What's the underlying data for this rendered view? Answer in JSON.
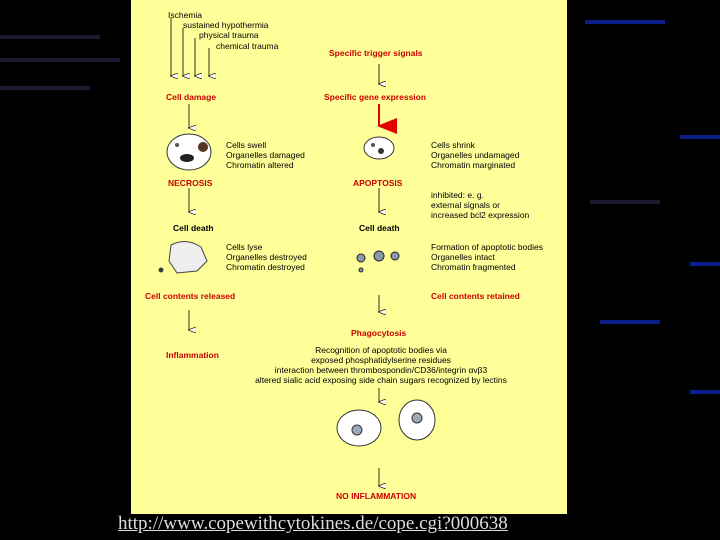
{
  "causes": [
    "Ischemia",
    "sustained hypothermia",
    "physical trauma",
    "chemical trauma"
  ],
  "specific_trigger": "Specific trigger signals",
  "cell_damage": "Cell damage",
  "specific_gene": "Specific gene expression",
  "swell": [
    "Cells swell",
    "Organelles damaged",
    "Chromatin altered"
  ],
  "shrink": [
    "Cells shrink",
    "Organelles undamaged",
    "Chromatin marginated"
  ],
  "necrosis": "NECROSIS",
  "apoptosis": "APOPTOSIS",
  "inhibited": [
    "inhibited: e. g.",
    "external signals or",
    "increased bcl2 expression"
  ],
  "cell_death": "Cell death",
  "lyse": [
    "Cells lyse",
    "Organelles destroyed",
    "Chromatin destroyed"
  ],
  "bodies": [
    "Formation of apoptotic bodies",
    "Organelles intact",
    "Chromatin fragmented"
  ],
  "contents_released": "Cell contents released",
  "contents_retained": "Cell contents retained",
  "phagocytosis": "Phagocytosis",
  "inflammation": "Inflammation",
  "recognition": [
    "Recognition of apoptotic bodies via",
    "exposed phosphatidylserine residues",
    "interaction between thrombospondin/CD36/integrin αvβ3",
    "altered sialic acid exposing side chain sugars recognized by lectins"
  ],
  "no_inflammation": "NO INFLAMMATION",
  "source_link": "http://www.copewithcytokines.de/cope.cgi?000638",
  "colors": {
    "panel": "#ffff99",
    "label_red": "#cc0000",
    "accent_arrow": "#e00000",
    "background": "#000000"
  }
}
